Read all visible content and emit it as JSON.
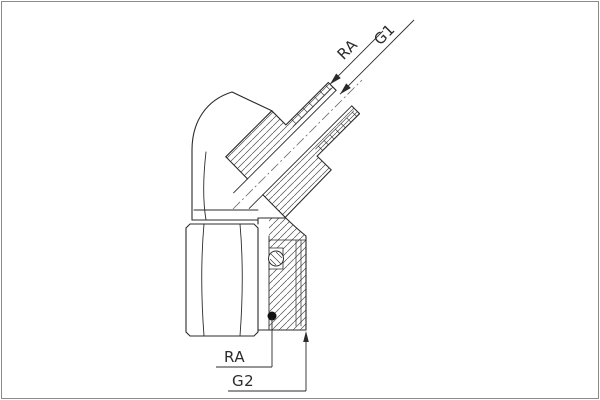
{
  "drawing": {
    "labels": {
      "g1": "G1",
      "ra_top": "RA",
      "ra_bottom": "RA",
      "g2": "G2"
    },
    "colors": {
      "line": "#2b2b2b",
      "hatch": "#4f4f4f",
      "background": "#ffffff",
      "border": "#8a8a8a"
    }
  }
}
